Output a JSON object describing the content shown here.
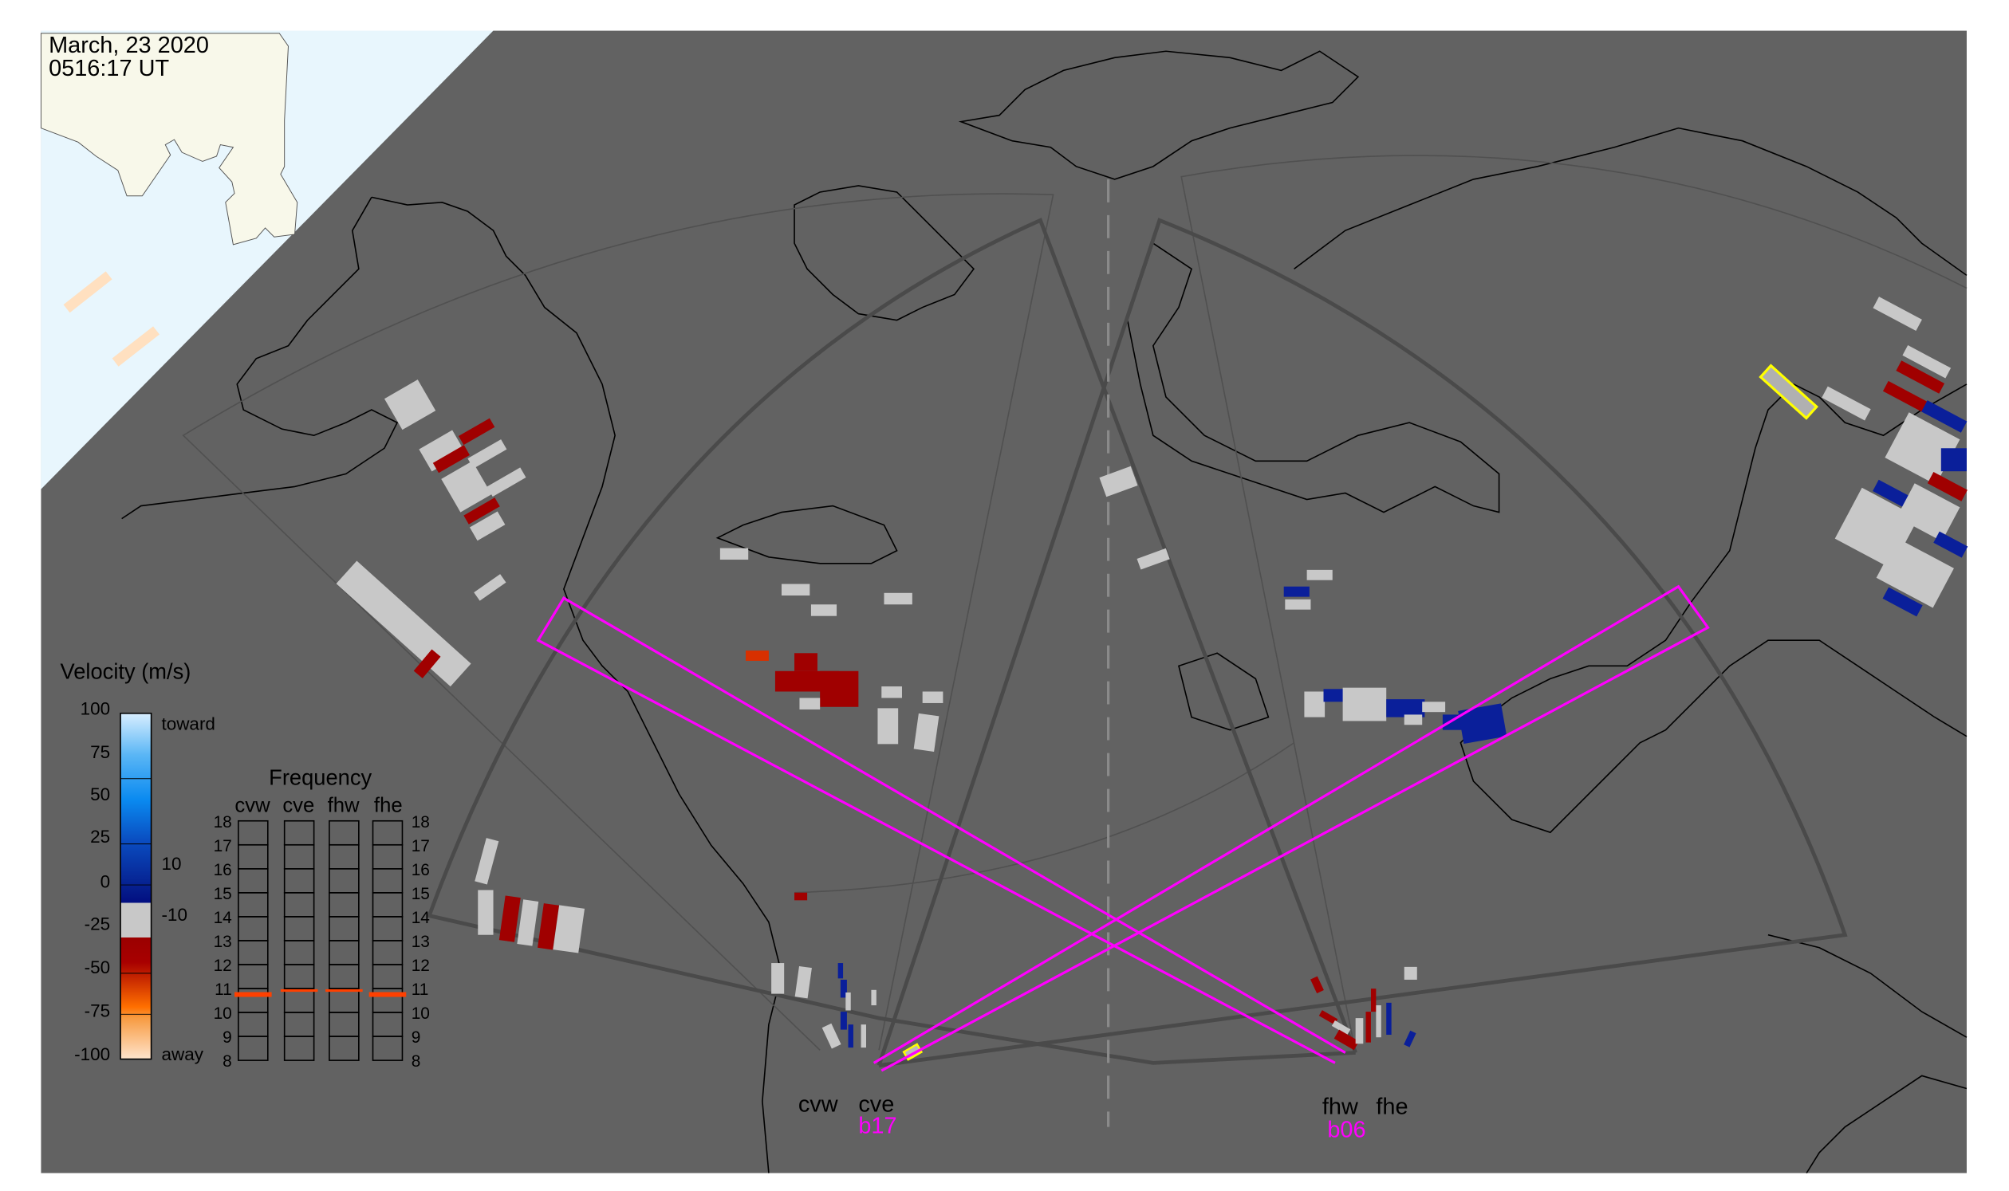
{
  "header": {
    "date": "March, 23 2020",
    "time": "0516:17 UT"
  },
  "legend": {
    "title": "Velocity (m/s)",
    "ticks": [
      "100",
      "75",
      "50",
      "25",
      "0",
      "-25",
      "-50",
      "-75",
      "-100"
    ],
    "toward_label": "toward",
    "away_label": "away",
    "gs_upper": "10",
    "gs_lower": "-10",
    "colors": {
      "toward_light": "#cfeaff",
      "toward_mid": "#1a8ff0",
      "toward_dark": "#061a8c",
      "ground": "#c8c8c8",
      "away_dark": "#a00000",
      "away_mid": "#ff7a00",
      "away_light": "#ffdcb8"
    }
  },
  "frequency": {
    "title": "Frequency",
    "columns": [
      "cvw",
      "cve",
      "fhw",
      "fhe"
    ],
    "ticks": [
      "18",
      "17",
      "16",
      "15",
      "14",
      "13",
      "12",
      "11",
      "10",
      "9",
      "8"
    ],
    "range_mhz": [
      8,
      18
    ],
    "bands_mhz": {
      "cvw": [
        10.65,
        10.85
      ],
      "cve": [
        10.93,
        10.97
      ],
      "fhw": [
        10.93,
        10.97
      ],
      "fhe": [
        10.65,
        10.85
      ]
    },
    "band_color": "#ff4000"
  },
  "radars": {
    "cv": {
      "west": "cvw",
      "east": "cve",
      "beam": "b17"
    },
    "fh": {
      "west": "fhw",
      "east": "fhe",
      "beam": "b06"
    }
  },
  "colors": {
    "map_bg": "#626262",
    "ocean": "#e8f6fd",
    "land": "#f8f8ea",
    "beam": "#ff00ff",
    "highlight": "#ffff00"
  }
}
